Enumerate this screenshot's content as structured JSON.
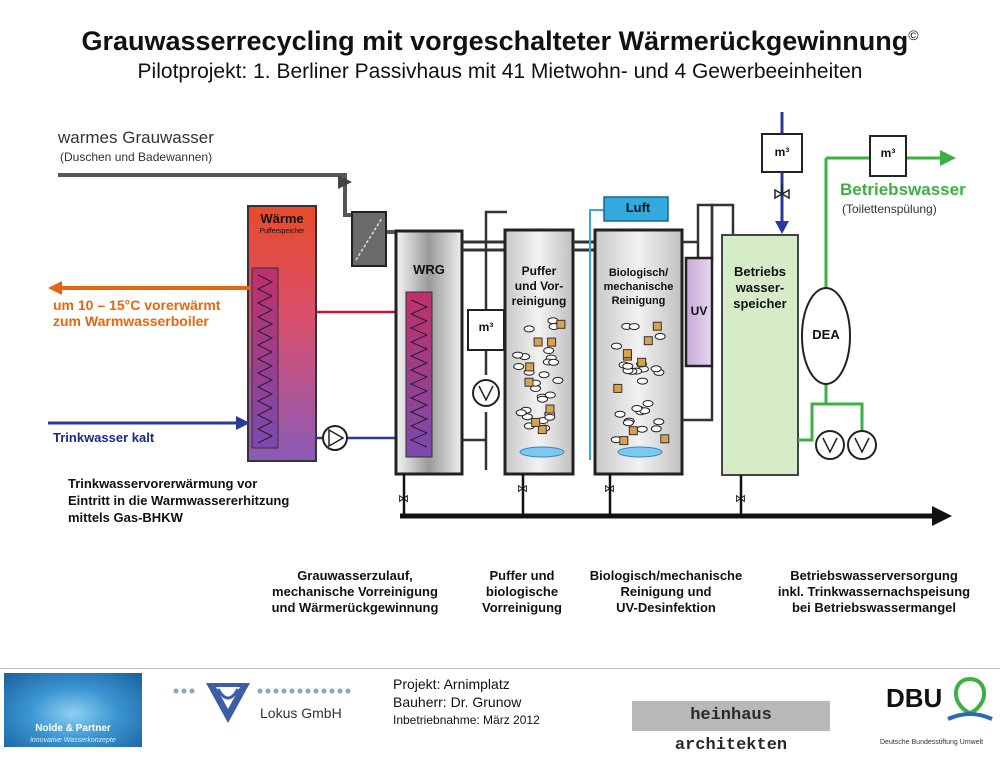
{
  "header": {
    "title": "Grauwasserrecycling mit vorgeschalteter Wärmerückgewinnung",
    "copyright": "©",
    "subtitle": "Pilotprojekt: 1. Berliner Passivhaus mit 41 Mietwohn- und 4 Gewerbeeinheiten"
  },
  "labels": {
    "warm_title": "warmes Grauwasser",
    "warm_sub": "(Duschen und Badewannen)",
    "preheat_line1": "um 10 – 15°C vorerwärmt",
    "preheat_line2": "zum Warmwasserboiler",
    "trinkwasser": "Trinkwasser kalt",
    "note_line1": "Trinkwasservorerwärmung vor",
    "note_line2": "Eintritt in die Warmwassererhitzung",
    "note_line3": "mittels Gas-BHKW",
    "betriebswasser": "Betriebswasser",
    "toilet": "(Toilettenspülung)",
    "luft": "Luft"
  },
  "components": {
    "waerme": "Wärme",
    "pufferspeicher": "Pufferspeicher",
    "wrg": "WRG",
    "meter": "m³",
    "puffer_line1": "Puffer",
    "puffer_line2": "und Vor-",
    "puffer_line3": "reinigung",
    "bio_line1": "Biologisch/",
    "bio_line2": "mechanische",
    "bio_line3": "Reinigung",
    "uv": "UV",
    "betriebs_line1": "Betriebs",
    "betriebs_line2": "wasser-",
    "betriebs_line3": "speicher",
    "dea": "DEA"
  },
  "stages": [
    {
      "l1": "Grauwasserzulauf,",
      "l2": "mechanische Vorreinigung",
      "l3": "und Wärmerückgewinnung"
    },
    {
      "l1": "Puffer und",
      "l2": "biologische",
      "l3": "Vorreinigung"
    },
    {
      "l1": "Biologisch/mechanische",
      "l2": "Reinigung und",
      "l3": "UV-Desinfektion"
    },
    {
      "l1": "Betriebswasserversorgung",
      "l2": "inkl. Trinkwassernachspeisung",
      "l3": "bei Betriebswassermangel"
    }
  ],
  "footer": {
    "nolde_name": "Nolde & Partner",
    "nolde_sub": "innovative Wasserkonzepte",
    "lokus": "Lokus GmbH",
    "project": "Projekt: Arnimplatz",
    "bauherr": "Bauherr: Dr. Grunow",
    "inbetrieb": "Inbetriebnahme: März 2012",
    "heinhaus": "heinhaus architekten",
    "dbu": "DBU",
    "dbu_sub": "Deutsche Bundesstiftung Umwelt"
  },
  "colors": {
    "gray_pipe": "#555555",
    "orange": "#e8650f",
    "blue": "#2a3a9a",
    "cyan": "#33aadd",
    "green": "#3cb043",
    "red_line": "#cc1133",
    "navy_text": "#1a2a88"
  }
}
